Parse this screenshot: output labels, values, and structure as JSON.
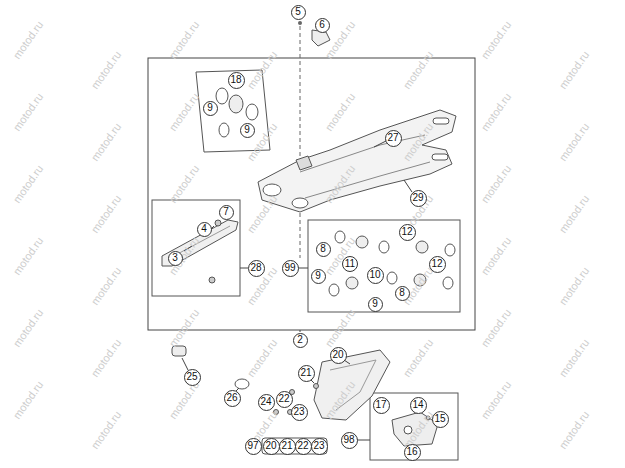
{
  "diagram": {
    "nodes": [
      {
        "text": [
          "5"
        ]
      },
      {
        "text": [
          "6"
        ]
      },
      {
        "text": [
          "18"
        ]
      },
      {
        "text": [
          "9"
        ]
      },
      {
        "text": [
          "9"
        ]
      },
      {
        "text": [
          "27"
        ]
      },
      {
        "text": [
          "29"
        ]
      },
      {
        "text": [
          "7"
        ]
      },
      {
        "text": [
          "4"
        ]
      },
      {
        "text": [
          "8"
        ]
      },
      {
        "text": [
          "12"
        ]
      },
      {
        "text": [
          "3"
        ]
      },
      {
        "text": [
          "28"
        ]
      },
      {
        "text": [
          "99"
        ]
      },
      {
        "text": [
          "11"
        ]
      },
      {
        "text": [
          "12"
        ]
      },
      {
        "text": [
          "9"
        ]
      },
      {
        "text": [
          "10"
        ]
      },
      {
        "text": [
          "8"
        ]
      },
      {
        "text": [
          "9"
        ]
      },
      {
        "text": [
          "2"
        ]
      },
      {
        "text": [
          "20"
        ]
      },
      {
        "text": [
          "21"
        ]
      },
      {
        "text": [
          "25"
        ]
      },
      {
        "text": [
          "26"
        ]
      },
      {
        "text": [
          "24"
        ]
      },
      {
        "text": [
          "22"
        ]
      },
      {
        "text": [
          "17"
        ]
      },
      {
        "text": [
          "14"
        ]
      },
      {
        "text": [
          "23"
        ]
      },
      {
        "text": [
          "15"
        ]
      },
      {
        "text": [
          "98"
        ]
      },
      {
        "text": [
          "97"
        ]
      },
      {
        "text": [
          "20"
        ]
      },
      {
        "text": [
          "21"
        ]
      },
      {
        "text": [
          "22"
        ]
      },
      {
        "text": [
          "23"
        ]
      },
      {
        "text": [
          "16"
        ]
      }
    ],
    "labels": [
      "motod.ru",
      "motod.ru",
      "motod.ru",
      "motod.ru",
      "motod.ru",
      "motod.ru",
      "motod.ru",
      "motod.ru",
      "motod.ru",
      "motod.ru",
      "motod.ru",
      "motod.ru",
      "motod.ru",
      "motod.ru",
      "motod.ru",
      "motod.ru",
      "motod.ru",
      "motod.ru",
      "motod.ru",
      "motod.ru",
      "motod.ru",
      "motod.ru",
      "motod.ru",
      "motod.ru",
      "motod.ru",
      "motod.ru",
      "motod.ru",
      "motod.ru",
      "motod.ru",
      "motod.ru",
      "motod.ru",
      "motod.ru",
      "motod.ru",
      "motod.ru",
      "motod.ru",
      "motod.ru",
      "motod.ru",
      "motod.ru",
      "motod.ru",
      "motod.ru",
      "motod.ru",
      "motod.ru",
      "motod.ru",
      "motod.ru",
      "motod.ru",
      "motod.ru",
      "motod.ru",
      "motod.ru"
    ]
  }
}
